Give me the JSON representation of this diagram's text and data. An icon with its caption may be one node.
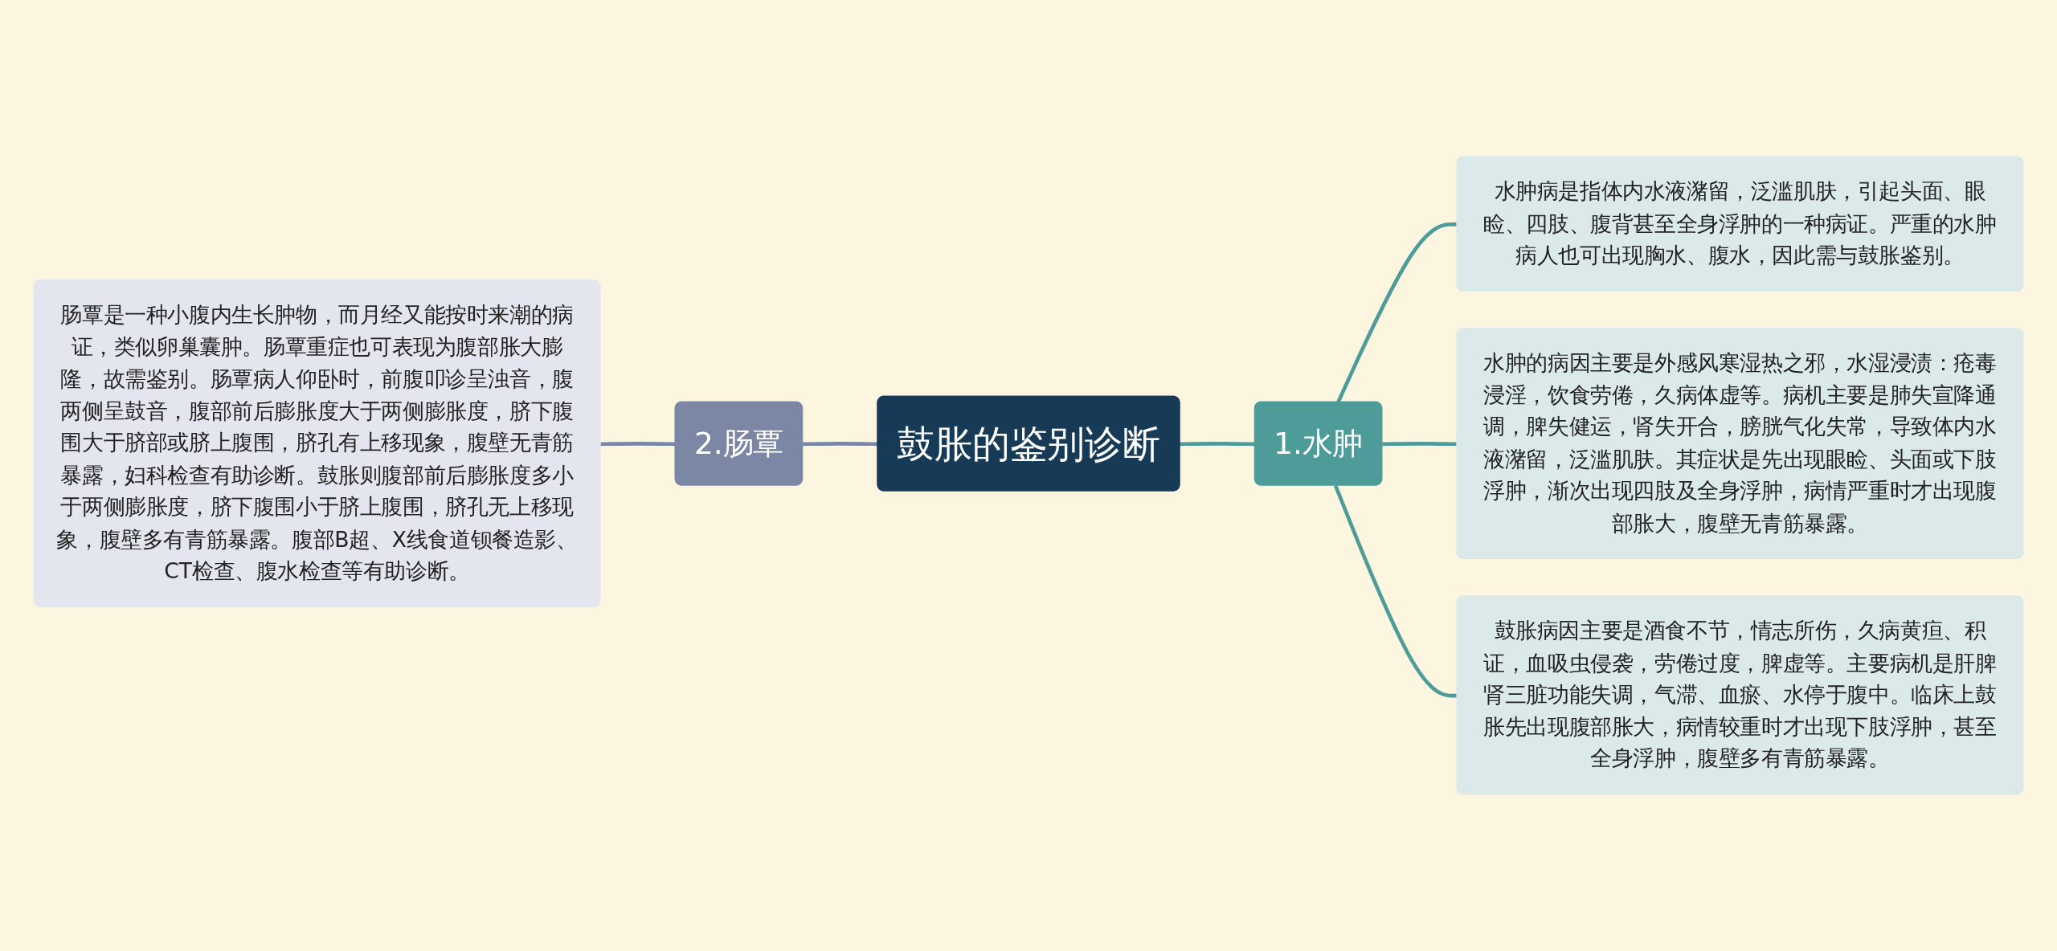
{
  "diagram": {
    "nodes": [
      {
        "text": [
          "鼓胀的鉴别诊断"
        ]
      },
      {
        "text": [
          "1.水肿"
        ]
      },
      {
        "text": [
          "水肿病是指体内水液潴留，泛滥肌肤，引起头面、眼睑、四肢、腹背甚至全身浮肿的一种病证。严重的水肿病人也可出现胸水、腹水，因此需与鼓胀鉴别。"
        ]
      },
      {
        "text": [
          "水肿的病因主要是外感风寒湿热之邪，水湿浸渍：疮毒浸淫，饮食劳倦，久病体虚等。病机主要是肺失宣降通调，脾失健运，肾失开合，膀胱气化失常，导致体内水液潴留，泛滥肌肤。其症状是先出现眼睑、头面或下肢浮肿，渐次出现四肢及全身浮肿，病情严重时才出现腹部胀大，腹壁无青筋暴露。"
        ]
      },
      {
        "text": [
          "鼓胀病因主要是酒食不节，情志所伤，久病黄疸、积证，血吸虫侵袭，劳倦过度，脾虚等。主要病机是肝脾肾三脏功能失调，气滞、血瘀、水停于腹中。临床上鼓胀先出现腹部胀大，病情较重时才出现下肢浮肿，甚至全身浮肿，腹壁多有青筋暴露。"
        ]
      },
      {
        "text": [
          "2.肠覃"
        ]
      },
      {
        "text": [
          "肠覃是一种小腹内生长肿物，而月经又能按时来潮的病证，类似卵巢囊肿。肠覃重症也可表现为腹部胀大膨隆，故需鉴别。肠覃病人仰卧时，前腹叩诊呈浊音，腹两侧呈鼓音，腹部前后膨胀度大于两侧膨胀度，脐下腹围大于脐部或脐上腹围，脐孔有上移现象，腹壁无青筋暴露，妇科检查有助诊断。鼓胀则腹部前后膨胀度多小于两侧膨胀度，脐下腹围小于脐上腹围，脐孔无上移现象，腹壁多有青筋暴露。腹部B超、X线食道钡餐造影、CT检查、腹水检查等有助诊断。"
        ]
      }
    ],
    "edges": [
      {
        "from": 0,
        "to": 1,
        "arrow": "none"
      },
      {
        "from": 1,
        "to": 2,
        "arrow": "none"
      },
      {
        "from": 1,
        "to": 3,
        "arrow": "none"
      },
      {
        "from": 1,
        "to": 4,
        "arrow": "none"
      },
      {
        "from": 0,
        "to": 5,
        "arrow": "none",
        "color": "#7a86a6"
      },
      {
        "from": 5,
        "to": 6,
        "arrow": "none",
        "color": "#7a86a6"
      }
    ]
  }
}
